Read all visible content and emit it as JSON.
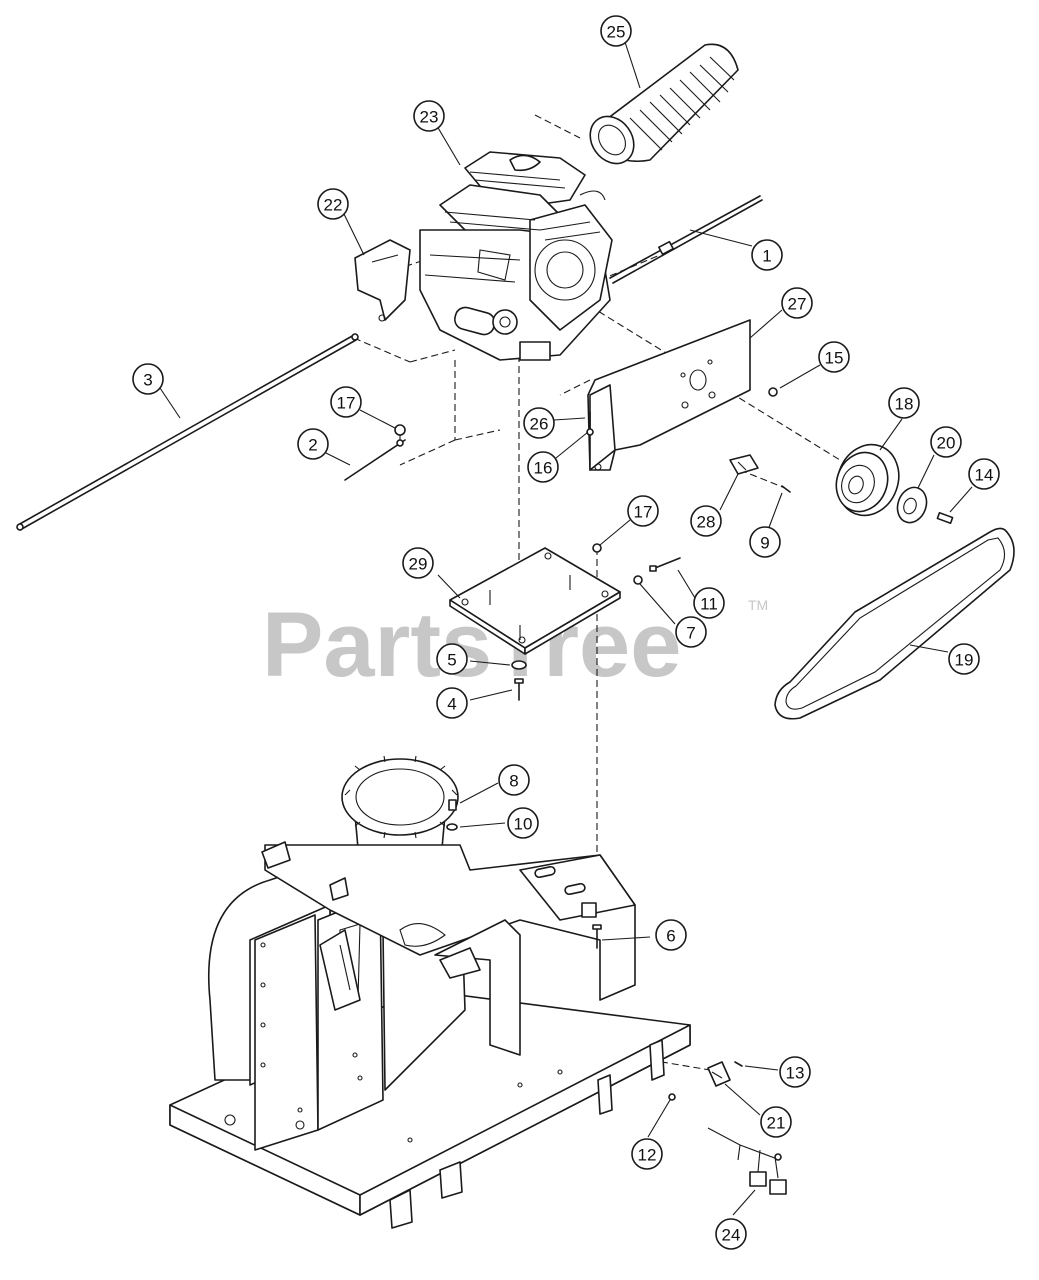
{
  "watermark": {
    "text": "PartsTree",
    "trademark": "TM"
  },
  "callouts": [
    {
      "label": "25",
      "part": "muffler-heat-shield"
    },
    {
      "label": "23",
      "part": "engine"
    },
    {
      "label": "22",
      "part": "engine-bracket"
    },
    {
      "label": "1",
      "part": "upper-rod"
    },
    {
      "label": "27",
      "part": "belt-guard"
    },
    {
      "label": "15",
      "part": "nut"
    },
    {
      "label": "3",
      "part": "long-rod"
    },
    {
      "label": "17",
      "part": "nut"
    },
    {
      "label": "26",
      "part": "bolt"
    },
    {
      "label": "2",
      "part": "short-rod"
    },
    {
      "label": "16",
      "part": "nut"
    },
    {
      "label": "18",
      "part": "pulley"
    },
    {
      "label": "20",
      "part": "hub"
    },
    {
      "label": "14",
      "part": "key"
    },
    {
      "label": "28",
      "part": "clip"
    },
    {
      "label": "9",
      "part": "screw"
    },
    {
      "label": "17",
      "part": "nut"
    },
    {
      "label": "29",
      "part": "engine-mount-plate"
    },
    {
      "label": "11",
      "part": "bolt"
    },
    {
      "label": "7",
      "part": "nut"
    },
    {
      "label": "19",
      "part": "v-belt"
    },
    {
      "label": "5",
      "part": "washer"
    },
    {
      "label": "4",
      "part": "bolt"
    },
    {
      "label": "8",
      "part": "bolt"
    },
    {
      "label": "10",
      "part": "washer"
    },
    {
      "label": "6",
      "part": "bolt"
    },
    {
      "label": "13",
      "part": "screw"
    },
    {
      "label": "21",
      "part": "clip"
    },
    {
      "label": "12",
      "part": "nut"
    },
    {
      "label": "24",
      "part": "wire-harness"
    }
  ]
}
